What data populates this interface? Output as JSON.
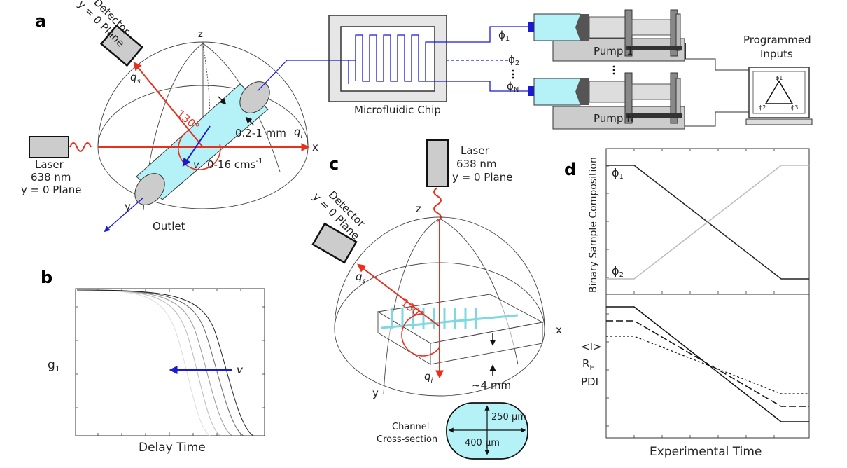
{
  "colors": {
    "red": "#e8301f",
    "blue": "#1a1ad6",
    "cyan": "#b5f2f7",
    "gray": "#cccccc",
    "dark": "#222222"
  },
  "panels": {
    "a": "a",
    "b": "b",
    "c": "c",
    "d": "d"
  },
  "panel_a": {
    "detector": {
      "line1": "Detector",
      "line2": "y = 0 Plane"
    },
    "laser": {
      "line1": "Laser",
      "line2": "638 nm",
      "line3": "y = 0 Plane"
    },
    "axes": {
      "x": "x",
      "y": "y",
      "z": "z"
    },
    "qs": "q",
    "qs_sub": "s",
    "qi": "q",
    "qi_sub": "i",
    "angle": "130°",
    "gap": "0.2-1 mm",
    "velocity_symbol": "v",
    "velocity_range": "0-16 cms",
    "velocity_exp": "-1",
    "outlet": "Outlet"
  },
  "setup": {
    "chip_label": "Microfluidic Chip",
    "phi1": "ϕ",
    "phi1_sub": "1",
    "phi2": "ϕ",
    "phi2_sub": "2",
    "phiN": "ϕ",
    "phiN_sub": "N",
    "pump1": "Pump 1",
    "pumpN": "Pump N",
    "programmed": {
      "line1": "Programmed",
      "line2": "Inputs"
    },
    "monitor": {
      "p1": "ϕ1",
      "p2": "ϕ2",
      "p3": "ϕ3"
    }
  },
  "panel_b": {
    "ylabel": "g",
    "ylabel_sub": "1",
    "xlabel": "Delay Time",
    "arrow_label": "v"
  },
  "panel_c": {
    "laser": {
      "line1": "Laser",
      "line2": "638 nm",
      "line3": "y = 0 Plane"
    },
    "detector": {
      "line1": "Detector",
      "line2": "y = 0 Plane"
    },
    "axes": {
      "x": "x",
      "y": "y",
      "z": "z"
    },
    "qs": "q",
    "qs_sub": "s",
    "qi": "q",
    "qi_sub": "i",
    "angle": "130°",
    "depth": "~4 mm",
    "cross_label": {
      "line1": "Channel",
      "line2": "Cross-section"
    },
    "height": "250 µm",
    "width": "400 µm"
  },
  "panel_d": {
    "top_ylabel": "Binary Sample Composition",
    "phi1": "ϕ",
    "phi1_sub": "1",
    "phi2": "ϕ",
    "phi2_sub": "2",
    "bottom_labels": {
      "l1": "<I>",
      "l2": "R",
      "l2_sub": "H",
      "l3": "PDI"
    },
    "xlabel": "Experimental Time"
  }
}
